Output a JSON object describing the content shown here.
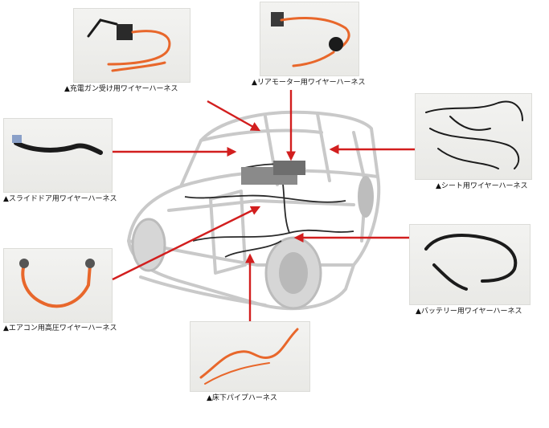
{
  "diagram": {
    "marker": "▲",
    "labels": {
      "charger": "充電ガン受け用ワイヤーハーネス",
      "rear_motor": "リアモーター用ワイヤーハーネス",
      "slide_door": "スライドドア用ワイヤーハーネス",
      "seat": "シート用ワイヤーハーネス",
      "aircon": "エアコン用高圧ワイヤーハーネス",
      "battery": "バッテリー用ワイヤーハーネス",
      "underfloor": "床下パイプハーネス"
    },
    "colors": {
      "arrow": "#d21e1e",
      "harness_orange": "#e8672b",
      "harness_black": "#1b1b1b",
      "frame": "#c9c9c9"
    }
  }
}
